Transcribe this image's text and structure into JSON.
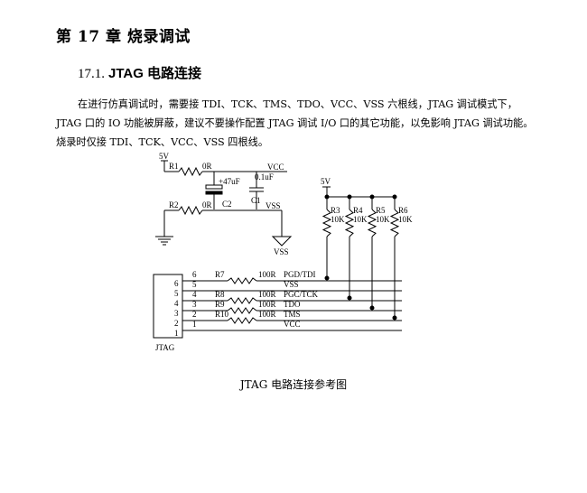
{
  "chapter_title": "第 17 章  烧录调试",
  "section": {
    "number": "17.1.",
    "title": "JTAG 电路连接"
  },
  "paragraph": "在进行仿真调试时，需要接 TDI、TCK、TMS、TDO、VCC、VSS 六根线，JTAG 调试模式下，JTAG 口的 IO 功能被屏蔽，建议不要操作配置 JTAG 调试 I/O 口的其它功能，以免影响 JTAG 调试功能。烧录时仅接 TDI、TCK、VCC、VSS 四根线。",
  "schematic": {
    "power_5v_left": "5V",
    "r1": "R1",
    "r1_val": "0R",
    "r2": "R2",
    "r2_val": "0R",
    "vcc_top": "VCC",
    "c2_val": "+47uF",
    "c2": "C2",
    "c1_val": "0.1uF",
    "c1": "C1",
    "vss_net": "VSS",
    "vss_gnd": "VSS",
    "power_5v_right": "5V",
    "pullups": [
      {
        "name": "R3",
        "value": "10K"
      },
      {
        "name": "R4",
        "value": "10K"
      },
      {
        "name": "R5",
        "value": "10K"
      },
      {
        "name": "R6",
        "value": "10K"
      }
    ],
    "connector_label": "JTAG",
    "pins": [
      {
        "num": "6",
        "res": "R7",
        "res_val": "100R",
        "signal": "PGD/TDI"
      },
      {
        "num": "5",
        "res": "",
        "res_val": "",
        "signal": "VSS"
      },
      {
        "num": "4",
        "res": "R8",
        "res_val": "100R",
        "signal": "PGC/TCK"
      },
      {
        "num": "3",
        "res": "R9",
        "res_val": "100R",
        "signal": "TDO"
      },
      {
        "num": "2",
        "res": "R10",
        "res_val": "100R",
        "signal": "TMS"
      },
      {
        "num": "1",
        "res": "",
        "res_val": "",
        "signal": "VCC"
      }
    ]
  },
  "caption": "JTAG 电路连接参考图"
}
